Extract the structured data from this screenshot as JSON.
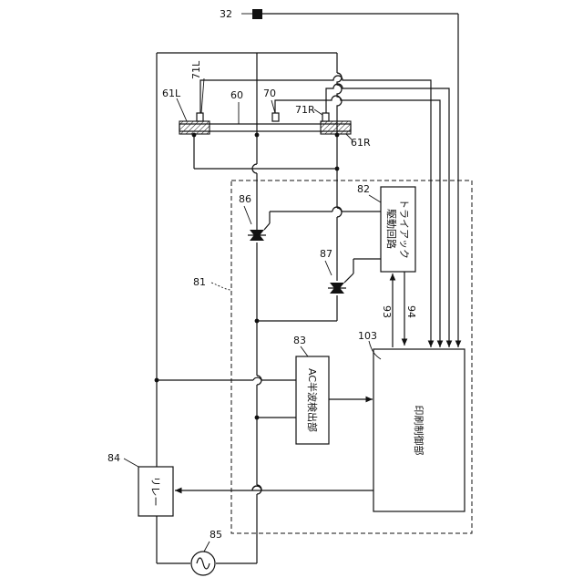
{
  "refs": {
    "r32": "32",
    "r61L": "61L",
    "r71L": "71L",
    "r60": "60",
    "r70": "70",
    "r71R": "71R",
    "r61R": "61R",
    "r82": "82",
    "r86": "86",
    "r87": "87",
    "r81": "81",
    "r93": "93",
    "r94": "94",
    "r83": "83",
    "r103": "103",
    "r84": "84",
    "r85": "85"
  },
  "blocks": {
    "triac_drive_line1": "トライアック",
    "triac_drive_line2": "駆動回路",
    "ac_half_wave": "AC半波検出部",
    "print_control": "印刷制御部",
    "relay": "リレー"
  },
  "colors": {
    "ink": "#111111",
    "hatch": "#111111",
    "background": "#ffffff"
  }
}
